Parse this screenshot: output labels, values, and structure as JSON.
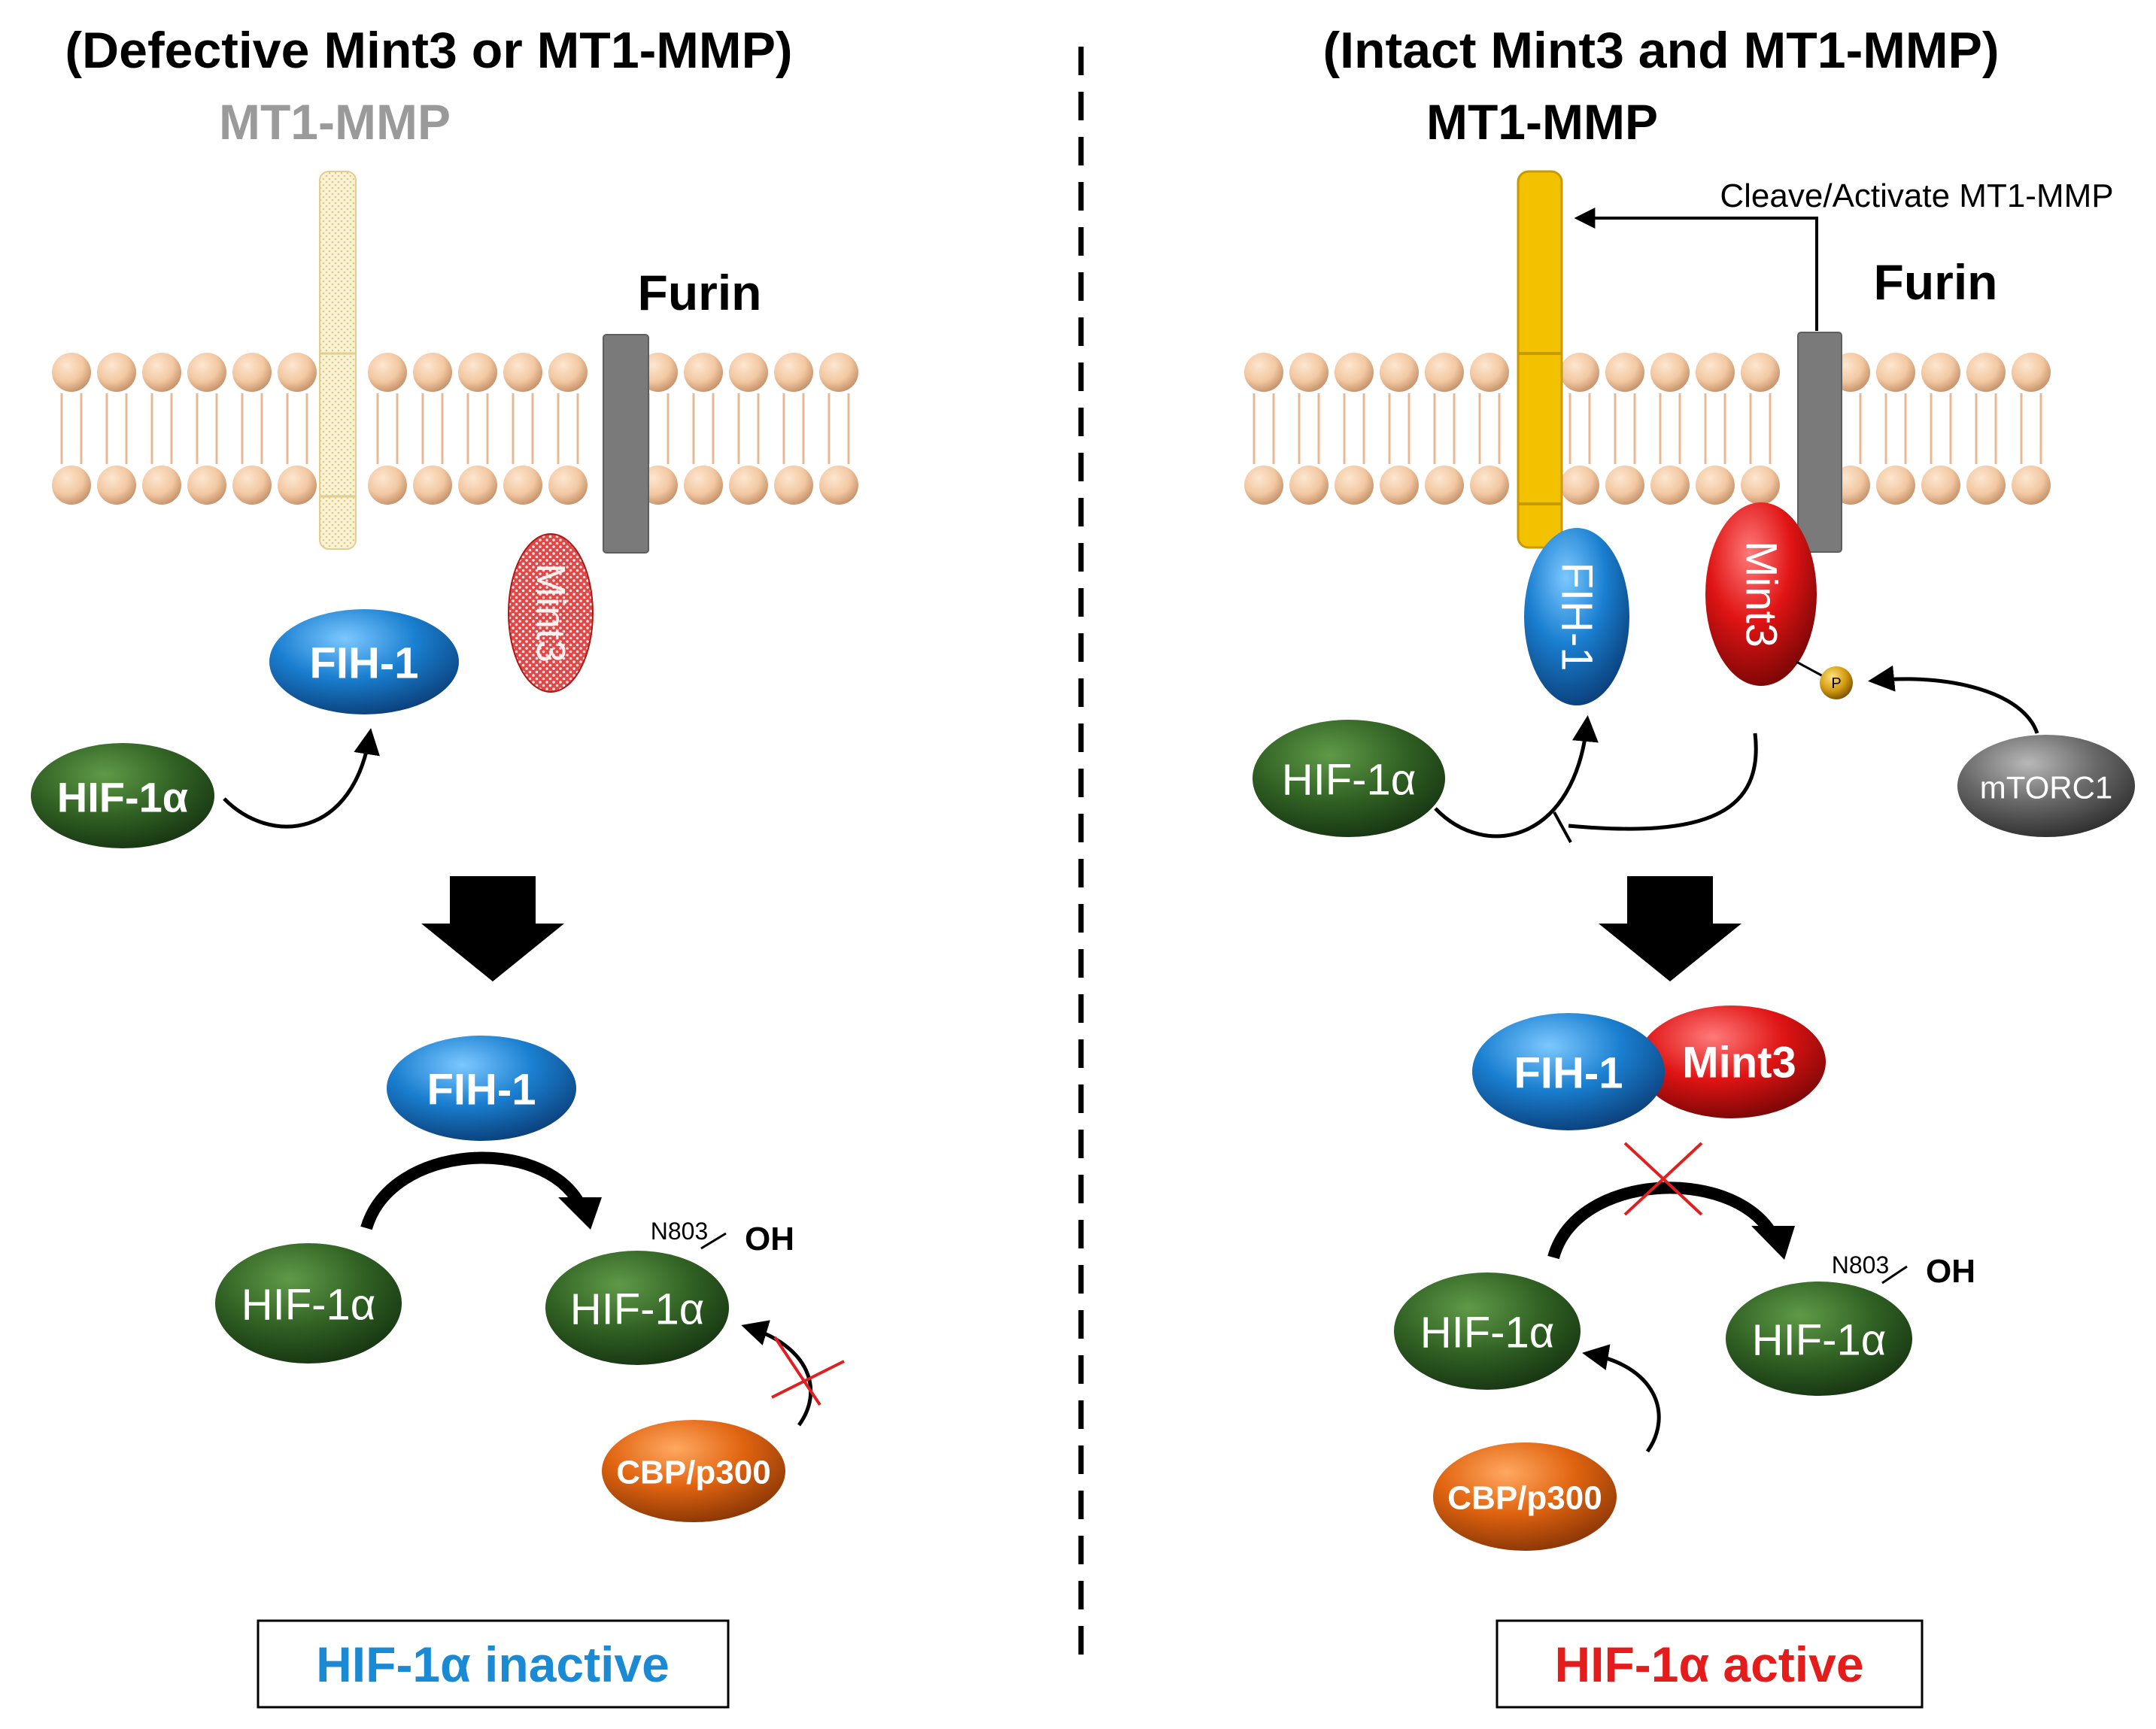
{
  "left": {
    "title": "(Defective Mint3 or MT1-MMP)",
    "mt1mmp_label": "MT1-MMP",
    "furin_label": "Furin",
    "mint3_label": "Mint3",
    "fih1_top": "FIH-1",
    "hif_top": "HIF-1α",
    "fih1_bottom": "FIH-1",
    "hif_substrate": "HIF-1α",
    "hif_product": "HIF-1α",
    "site_label": "N803",
    "oh_label": "OH",
    "cbp_label": "CBP/p300",
    "result": "HIF-1α inactive"
  },
  "right": {
    "title": "(Intact Mint3 and MT1-MMP)",
    "mt1mmp_label": "MT1-MMP",
    "cleave_label": "Cleave/Activate MT1-MMP",
    "furin_label": "Furin",
    "fih1_top": "FIH-1",
    "mint3_top": "Mint3",
    "p_label": "P",
    "hif_top": "HIF-1α",
    "mtorc1_label": "mTORC1",
    "complex_fih1": "FIH-1",
    "complex_mint3": "Mint3",
    "hif_substrate": "HIF-1α",
    "hif_product": "HIF-1α",
    "site_label": "N803",
    "oh_label": "OH",
    "cbp_label": "CBP/p300",
    "result": "HIF-1α active"
  },
  "colors": {
    "hif_green": "#2d5a1e",
    "fih_blue": "#1580d0",
    "mint3_red": "#e01010",
    "cbp_orange": "#e06410",
    "mtorc_gray": "#6a6a6a",
    "mt1mmp_yellow": "#f2c200",
    "furin_gray": "#7a7a7a",
    "lipid_head": "#f2c8a2",
    "inactive_text": "#1a8ad4",
    "active_text": "#e51c1c",
    "inhibit_x": "#e02020"
  }
}
